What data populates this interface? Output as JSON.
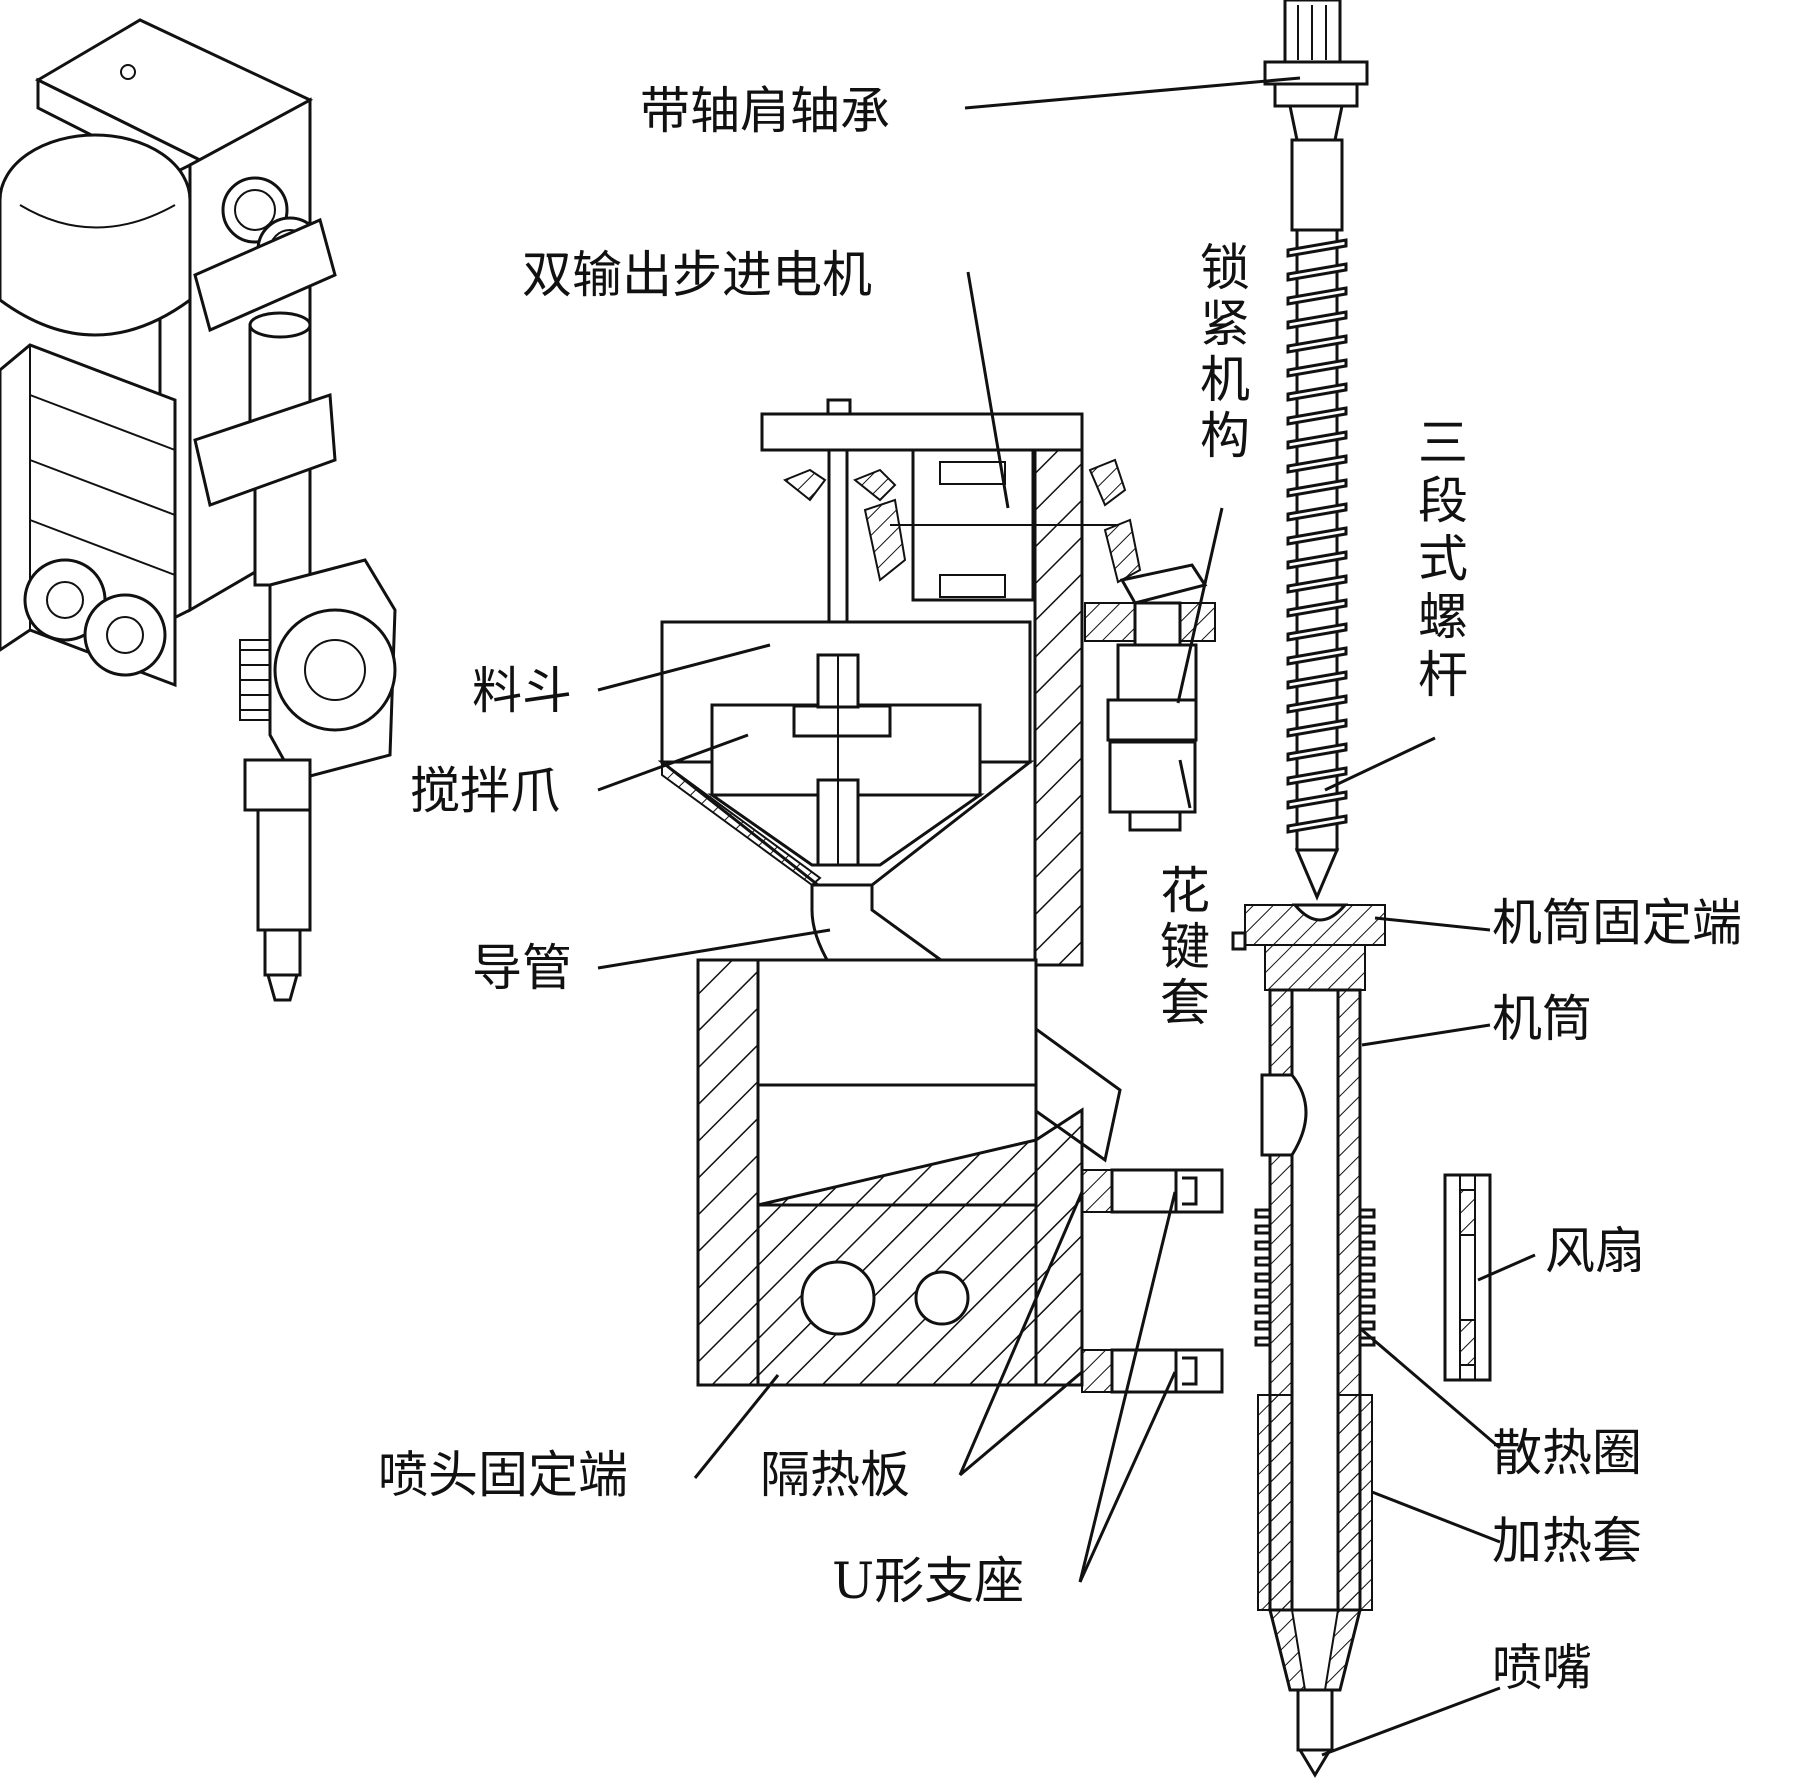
{
  "labels": {
    "bearing": "带轴肩轴承",
    "motor": "双输出步进电机",
    "lock": "锁紧机构",
    "screw": "三段式螺杆",
    "hopper": "料斗",
    "stirrer": "搅拌爪",
    "spline": "花键套",
    "guide_tube": "导管",
    "barrel_fixed": "机筒固定端",
    "barrel": "机筒",
    "fan": "风扇",
    "nozzle_fixed": "喷头固定端",
    "insulation": "隔热板",
    "radiator": "散热圈",
    "heater": "加热套",
    "u_support": "U形支座",
    "nozzle": "喷嘴"
  }
}
